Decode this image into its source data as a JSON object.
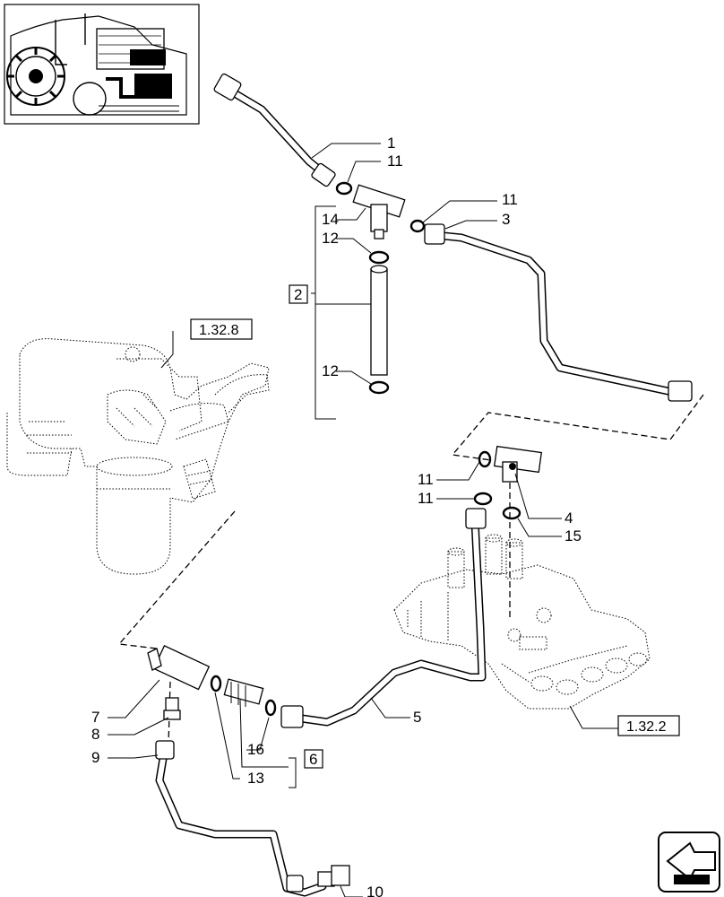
{
  "labels": {
    "p1": "1",
    "p2": "2",
    "p3": "3",
    "p4": "4",
    "p5": "5",
    "p6": "6",
    "p7": "7",
    "p8": "8",
    "p9": "9",
    "p10": "10",
    "p11a": "11",
    "p11b": "11",
    "p11c": "11",
    "p11d": "11",
    "p12a": "12",
    "p12b": "12",
    "p13": "13",
    "p14": "14",
    "p15": "15",
    "p16": "16"
  },
  "references": {
    "ref_filter": "1.32.8",
    "ref_valve": "1.32.2"
  },
  "icons": {
    "thumbnail": "tractor-thumbnail-icon",
    "navigation": "next-page-arrow-icon"
  }
}
